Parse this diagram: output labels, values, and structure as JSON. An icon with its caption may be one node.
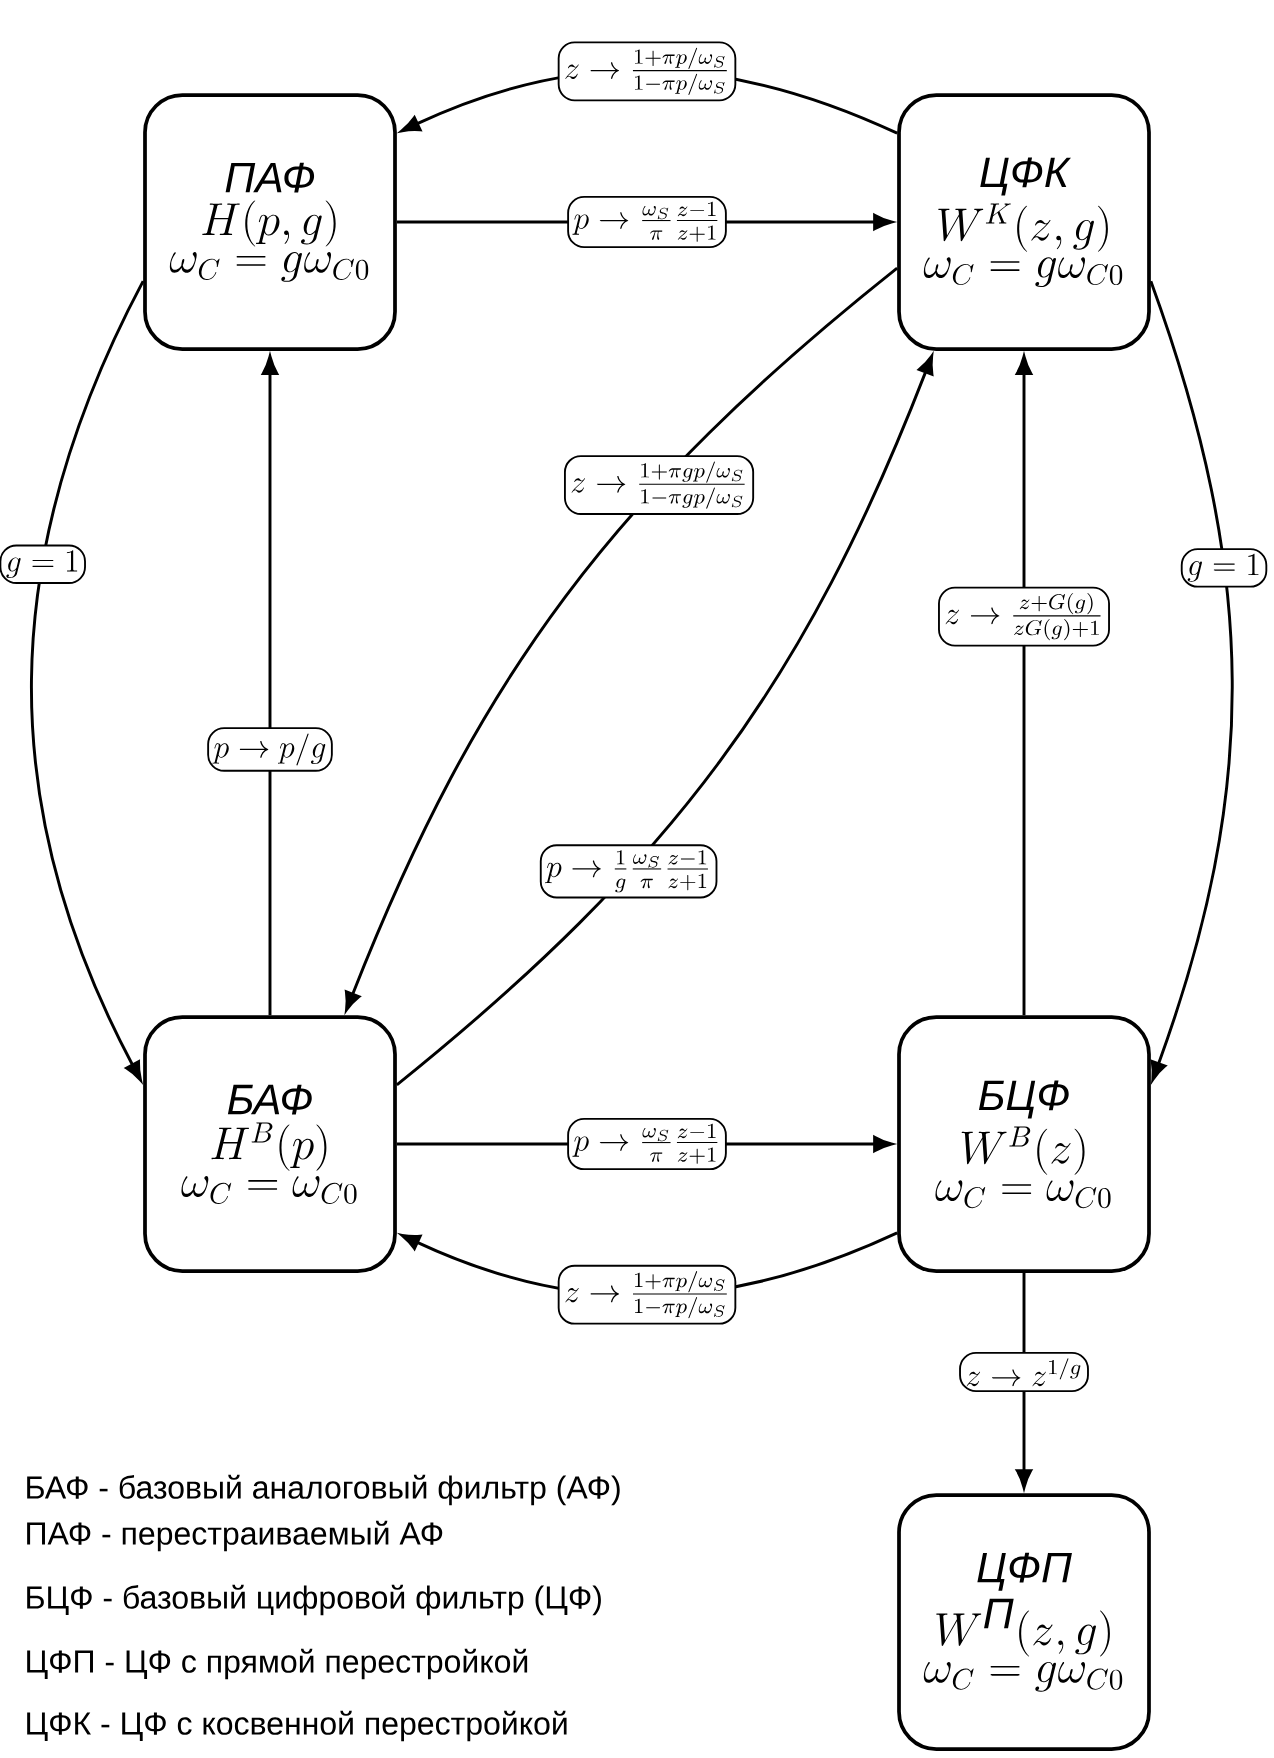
{
  "diagram": {
    "nodes": [
      {
        "text": [
          "ПАФ",
          "H(p,g)",
          "\\omega_C = g\\omega_{C0}"
        ]
      },
      {
        "text": [
          "ЦФК",
          "W^K(z,g)",
          "\\omega_C = g\\omega_{C0}"
        ]
      },
      {
        "text": [
          "БАФ",
          "H^B(p)",
          "\\omega_C = \\omega_{C0}"
        ]
      },
      {
        "text": [
          "БЦФ",
          "W^B(z)",
          "\\omega_C = \\omega_{C0}"
        ]
      },
      {
        "text": [
          "ЦФП",
          "W^{\\textit{П}}(z,g)",
          "\\omega_C = g\\omega_{C0}"
        ]
      }
    ],
    "edges": [
      {
        "from": 1,
        "to": 0,
        "arrow": "to",
        "label": "z \\to \\frac{1+\\pi p/\\omega_S}{1-\\pi p/\\omega_S}"
      },
      {
        "from": 0,
        "to": 1,
        "arrow": "to",
        "label": "p \\to \\frac{\\omega_S}{\\pi}\\frac{z-1}{z+1}"
      },
      {
        "from": 0,
        "to": 2,
        "arrow": "to",
        "label": "g = 1"
      },
      {
        "from": 2,
        "to": 0,
        "arrow": "to",
        "label": "p \\to p/g"
      },
      {
        "from": 1,
        "to": 2,
        "arrow": "to",
        "label": "z \\to \\frac{1+\\pi g p/\\omega_S}{1-\\pi g p/\\omega_S}"
      },
      {
        "from": 2,
        "to": 1,
        "arrow": "to",
        "label": "p \\to \\frac{1}{g}\\frac{\\omega_S}{\\pi}\\frac{z-1}{z+1}"
      },
      {
        "from": 1,
        "to": 3,
        "arrow": "to",
        "label": "g = 1"
      },
      {
        "from": 3,
        "to": 1,
        "arrow": "to",
        "label": "z \\to \\frac{z+G(g)}{zG(g)+1}"
      },
      {
        "from": 2,
        "to": 3,
        "arrow": "to",
        "label": "p \\to \\frac{\\omega_S}{\\pi}\\frac{z-1}{z+1}"
      },
      {
        "from": 3,
        "to": 2,
        "arrow": "to",
        "label": "z \\to \\frac{1+\\pi p/\\omega_S}{1-\\pi p/\\omega_S}"
      },
      {
        "from": 3,
        "to": 4,
        "arrow": "to",
        "label": "z \\to z^{1/g}"
      }
    ],
    "labels": [
      "БАФ - базовый аналоговый фильтр (АФ)",
      "ПАФ - перестраиваемый АФ",
      "БЦФ - базовый цифровой фильтр (ЦФ)",
      "ЦФП - ЦФ с прямой перестройкой",
      "ЦФК - ЦФ с косвенной перестройкой"
    ]
  }
}
